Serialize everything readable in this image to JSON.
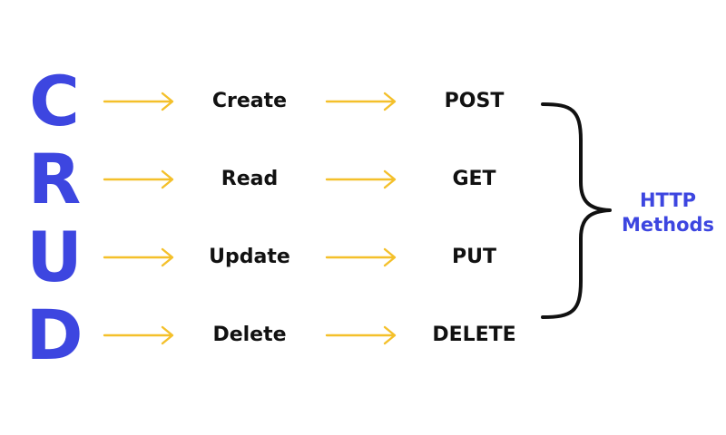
{
  "rows": [
    {
      "letter": "C",
      "operation": "Create",
      "method": "POST"
    },
    {
      "letter": "R",
      "operation": "Read",
      "method": "GET"
    },
    {
      "letter": "U",
      "operation": "Update",
      "method": "PUT"
    },
    {
      "letter": "D",
      "operation": "Delete",
      "method": "DELETE"
    }
  ],
  "group": {
    "line1": "HTTP",
    "line2": "Methods"
  },
  "colors": {
    "letter": "#3d46e0",
    "arrow": "#f4c02a",
    "text": "#111111",
    "brace": "#111111",
    "label": "#3d46e0"
  },
  "icons": {
    "arrow": "right-arrow-icon",
    "brace": "curly-brace-icon"
  }
}
